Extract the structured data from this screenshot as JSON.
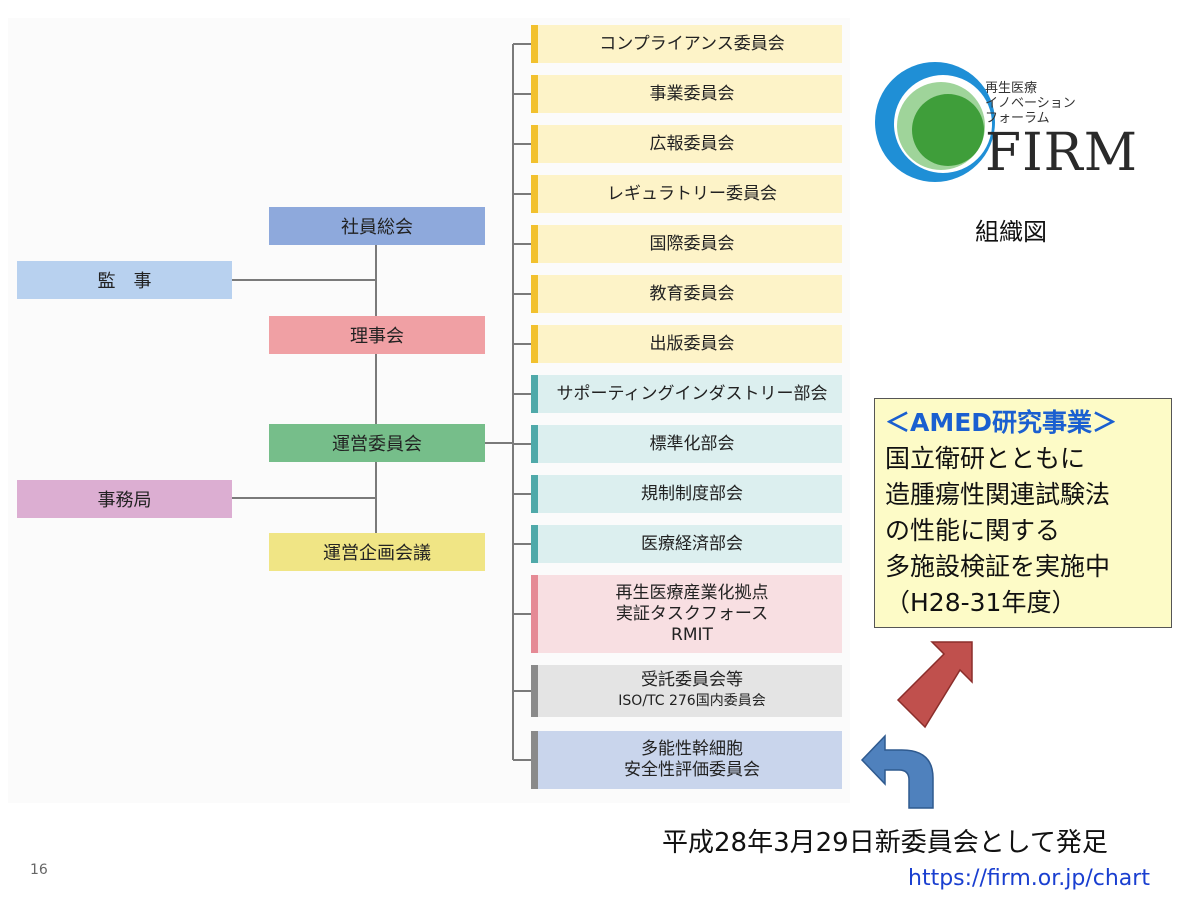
{
  "left_boxes": {
    "shain_sokai": "社員総会",
    "kansa": "監　事",
    "rijikai": "理事会",
    "unei_iinkai": "運営委員会",
    "jimukyoku": "事務局",
    "unei_kikaku": "運営企画会議"
  },
  "committees": [
    {
      "label": "コンプライアンス委員会",
      "color": "#fdf3c8",
      "bar": "#f2c12e"
    },
    {
      "label": "事業委員会",
      "color": "#fdf3c8",
      "bar": "#f2c12e"
    },
    {
      "label": "広報委員会",
      "color": "#fdf3c8",
      "bar": "#f2c12e"
    },
    {
      "label": "レギュラトリー委員会",
      "color": "#fdf3c8",
      "bar": "#f2c12e"
    },
    {
      "label": "国際委員会",
      "color": "#fdf3c8",
      "bar": "#f2c12e"
    },
    {
      "label": "教育委員会",
      "color": "#fdf3c8",
      "bar": "#f2c12e"
    },
    {
      "label": "出版委員会",
      "color": "#fdf3c8",
      "bar": "#f2c12e"
    },
    {
      "label": "サポーティングインダストリー部会",
      "color": "#dcefef",
      "bar": "#4fa9a9"
    },
    {
      "label": "標準化部会",
      "color": "#dcefef",
      "bar": "#4fa9a9"
    },
    {
      "label": "規制制度部会",
      "color": "#dcefef",
      "bar": "#4fa9a9"
    },
    {
      "label": "医療経済部会",
      "color": "#dcefef",
      "bar": "#4fa9a9"
    },
    {
      "label_lines": [
        "再生医療産業化拠点",
        "実証タスクフォース",
        "RMIT"
      ],
      "color": "#f8dfe2",
      "bar": "#e58a95"
    },
    {
      "label_lines": [
        "受託委員会等",
        "ISO/TC 276国内委員会"
      ],
      "color": "#e4e4e4",
      "bar": "#8a8a8a"
    },
    {
      "label_lines": [
        "多能性幹細胞",
        "安全性評価委員会"
      ],
      "color": "#c9d5ec",
      "bar": "#8a8a8a"
    }
  ],
  "logo": {
    "line1": "再生医療",
    "line2": "イノベーション",
    "line3": "フォーラム",
    "name": "FIRM"
  },
  "org_label": "組織図",
  "amed": {
    "heading": "＜AMED研究事業＞",
    "lines": [
      "国立衛研とともに",
      "造腫瘍性関連試験法",
      "の性能に関する",
      "多施設検証を実施中",
      "（H28-31年度）"
    ]
  },
  "caption": "平成28年3月29日新委員会として発足",
  "url": "https://firm.or.jp/chart",
  "page_number": "16",
  "colors": {
    "blue_box": "#8ea9dc",
    "light_blue_box": "#b8d1ef",
    "red_box": "#f0a0a4",
    "green_box": "#76be8a",
    "purple_box": "#dcaed2",
    "yellow_box": "#f0e585",
    "red_arrow": "#c0504d",
    "blue_arrow": "#4f81bd"
  }
}
